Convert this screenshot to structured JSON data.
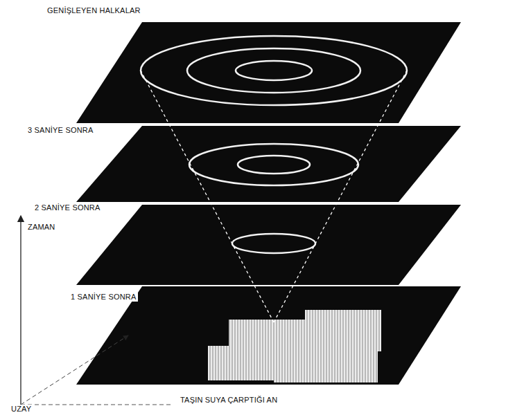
{
  "diagram": {
    "labels": [
      "GENİŞLEYEN HALKALAR",
      "3 SANİYE SONRA",
      "2 SANİYE SONRA",
      "ZAMAN",
      "1 SANİYE SONRA",
      "UZAY",
      "TAŞIN SUYA ÇARPTIĞI AN"
    ]
  }
}
